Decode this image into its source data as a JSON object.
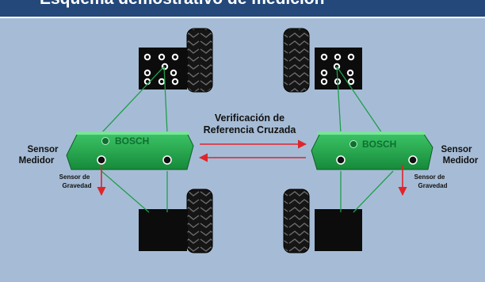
{
  "header": {
    "title": "Esquema demostrativo de medición"
  },
  "center": {
    "line1": "Verificación de",
    "line2": "Referencia Cruzada"
  },
  "left_sensor": {
    "label_line1": "Sensor",
    "label_line2": "Medidor",
    "gravity_line1": "Sensor de",
    "gravity_line2": "Gravedad",
    "brand": "BOSCH"
  },
  "right_sensor": {
    "label_line1": "Sensor",
    "label_line2": "Medidor",
    "gravity_line1": "Sensor de",
    "gravity_line2": "Gravedad",
    "brand": "BOSCH"
  },
  "colors": {
    "background": "#a6bcd6",
    "header": "#24487a",
    "sensor_green": "#1fa64a",
    "beam_green": "#1f9e4a",
    "arrow_red": "#e0242a",
    "tire": "#151515"
  }
}
